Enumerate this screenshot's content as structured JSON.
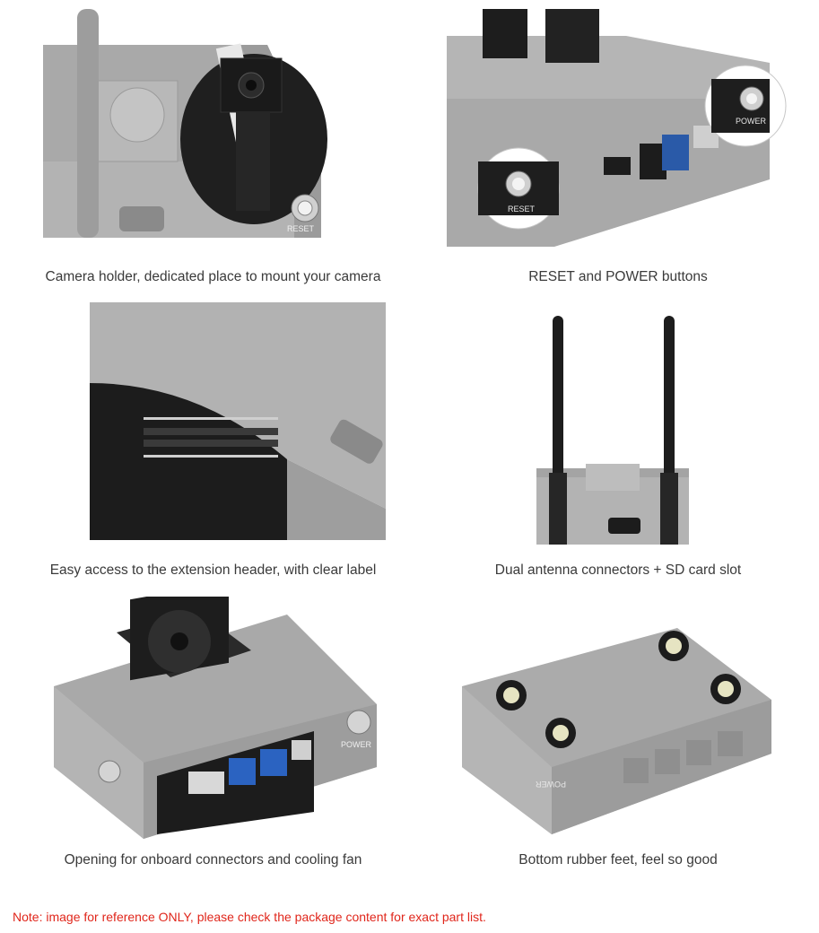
{
  "panels": [
    {
      "caption": "Camera holder, dedicated place to mount your camera",
      "labels": [
        "RESET"
      ]
    },
    {
      "caption": "RESET and POWER buttons",
      "labels": [
        "RESET",
        "POWER"
      ]
    },
    {
      "caption": "Easy access to the extension header, with clear label",
      "labels": []
    },
    {
      "caption": "Dual antenna connectors + SD card slot",
      "labels": []
    },
    {
      "caption": "Opening for onboard connectors and cooling fan",
      "labels": [
        "POWER"
      ]
    },
    {
      "caption": "Bottom rubber feet, feel so good",
      "labels": [
        "POWER"
      ]
    }
  ],
  "note": "Note: image for reference ONLY, please check the package content for exact part list.",
  "colors": {
    "case_gray": "#a9a9a9",
    "case_dark_gray": "#8e8e8e",
    "black_part": "#1c1c1c",
    "caption_text": "#3a3a3a",
    "note_text": "#e0261b"
  }
}
